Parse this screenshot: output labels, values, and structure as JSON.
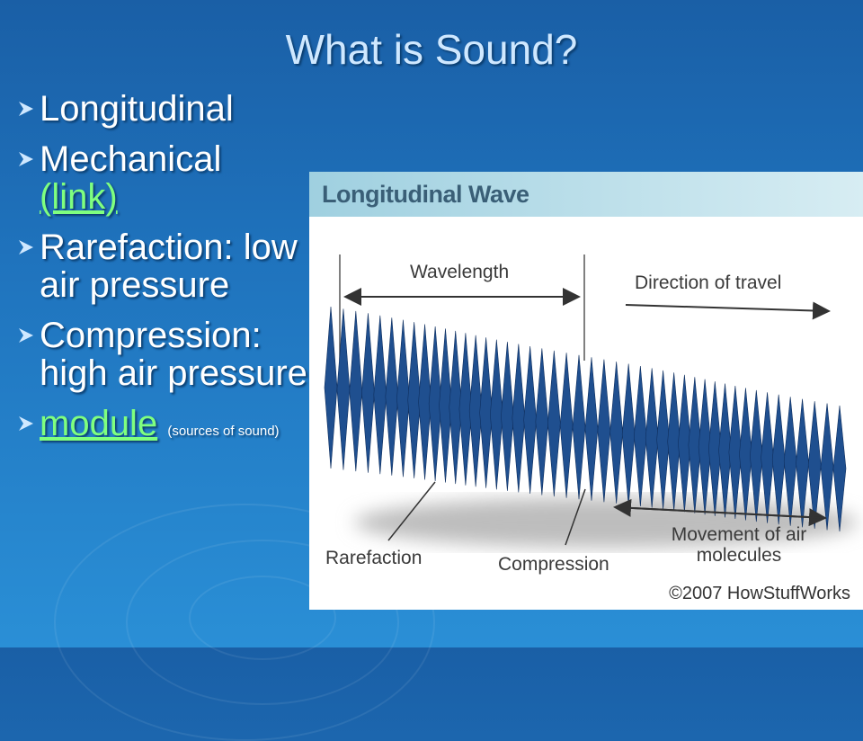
{
  "slide": {
    "title": "What is Sound?",
    "bullets": [
      {
        "text": "Longitudinal"
      },
      {
        "text": "Mechanical",
        "link": "(link)"
      },
      {
        "text": "Rarefaction: low air pressure"
      },
      {
        "text": "Compression: high air pressure"
      },
      {
        "link": "module",
        "note": "(sources of sound)"
      }
    ]
  },
  "figure": {
    "title": "Longitudinal Wave",
    "wavelength": "Wavelength",
    "direction": "Direction of travel",
    "rarefaction": "Rarefaction",
    "compression": "Compression",
    "movement": "Movement of air molecules",
    "copyright": "©2007 HowStuffWorks"
  },
  "colors": {
    "background": "#1f73bd",
    "link": "#7fff7f",
    "wave": "#1f4f8f"
  }
}
